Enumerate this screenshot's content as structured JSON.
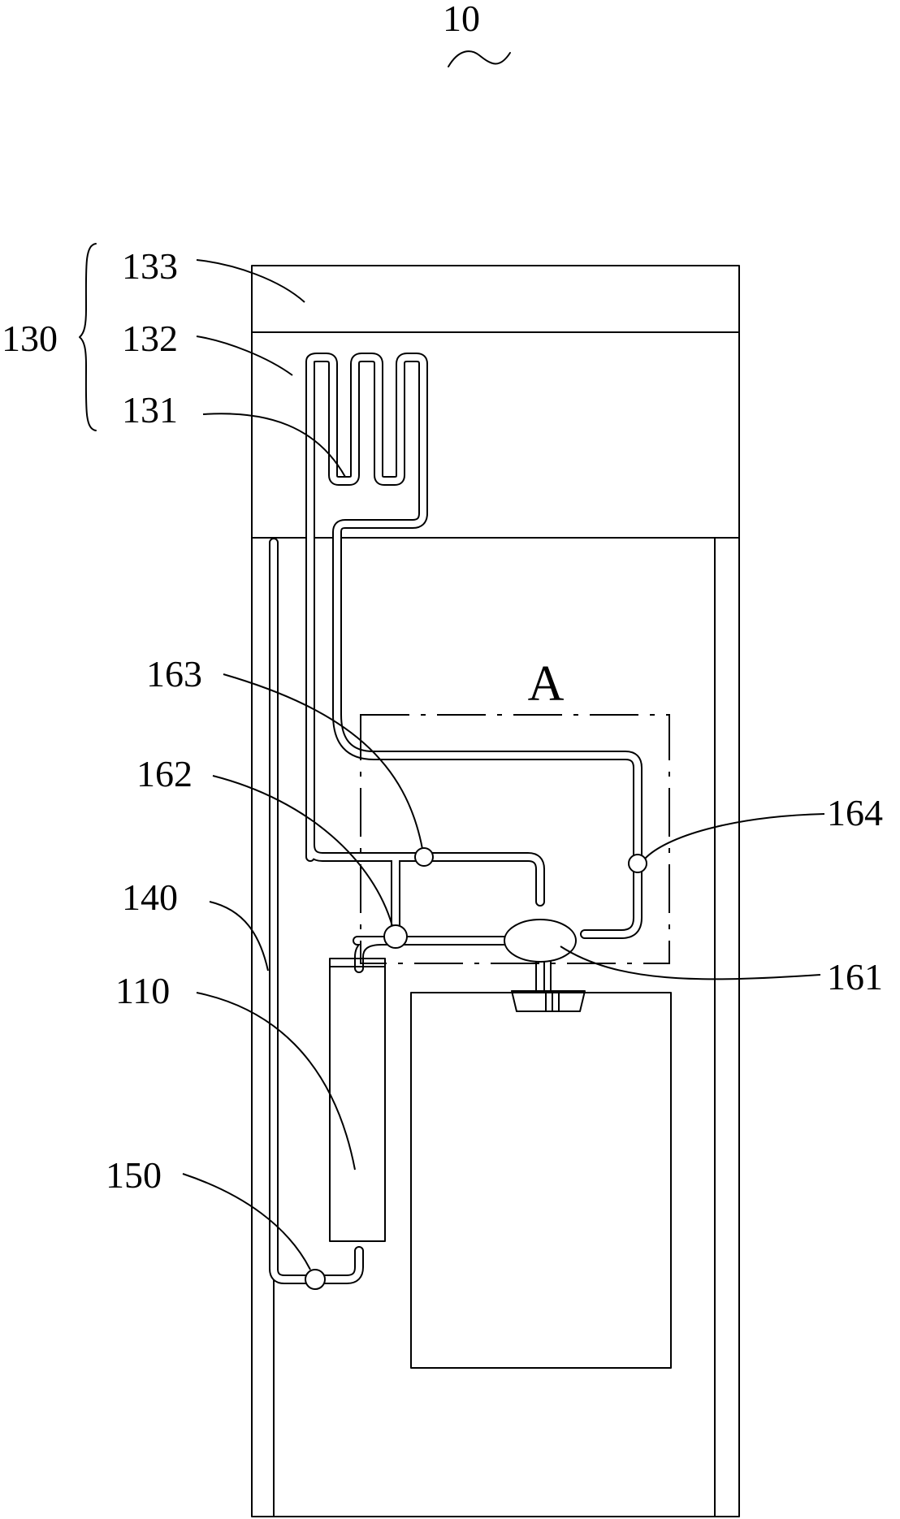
{
  "labels": {
    "fig": "10",
    "group": "130",
    "l133": "133",
    "l132": "132",
    "l131": "131",
    "l163": "163",
    "l162": "162",
    "l140": "140",
    "l110": "110",
    "l150": "150",
    "l164": "164",
    "l161": "161",
    "detail": "A"
  }
}
